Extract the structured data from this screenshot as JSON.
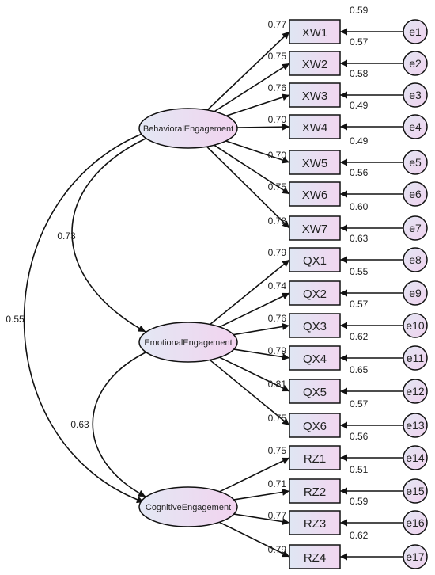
{
  "latents": [
    {
      "id": "BE",
      "label": "BehavioralEngagement"
    },
    {
      "id": "EE",
      "label": "EmotionalEngagement"
    },
    {
      "id": "CE",
      "label": "CognitiveEngagement"
    }
  ],
  "indicators": [
    {
      "label": "XW1",
      "latent": "BE",
      "loading": "0.77",
      "r2": "0.59",
      "error": "e1"
    },
    {
      "label": "XW2",
      "latent": "BE",
      "loading": "0.75",
      "r2": "0.57",
      "error": "e2"
    },
    {
      "label": "XW3",
      "latent": "BE",
      "loading": "0.76",
      "r2": "0.58",
      "error": "e3"
    },
    {
      "label": "XW4",
      "latent": "BE",
      "loading": "0.70",
      "r2": "0.49",
      "error": "e4"
    },
    {
      "label": "XW5",
      "latent": "BE",
      "loading": "0.70",
      "r2": "0.49",
      "error": "e5"
    },
    {
      "label": "XW6",
      "latent": "BE",
      "loading": "0.75",
      "r2": "0.56",
      "error": "e6"
    },
    {
      "label": "XW7",
      "latent": "BE",
      "loading": "0.78",
      "r2": "0.60",
      "error": "e7"
    },
    {
      "label": "QX1",
      "latent": "EE",
      "loading": "0.79",
      "r2": "0.63",
      "error": "e8"
    },
    {
      "label": "QX2",
      "latent": "EE",
      "loading": "0.74",
      "r2": "0.55",
      "error": "e9"
    },
    {
      "label": "QX3",
      "latent": "EE",
      "loading": "0.76",
      "r2": "0.57",
      "error": "e10"
    },
    {
      "label": "QX4",
      "latent": "EE",
      "loading": "0.79",
      "r2": "0.62",
      "error": "e11"
    },
    {
      "label": "QX5",
      "latent": "EE",
      "loading": "0.81",
      "r2": "0.65",
      "error": "e12"
    },
    {
      "label": "QX6",
      "latent": "EE",
      "loading": "0.75",
      "r2": "0.57",
      "error": "e13"
    },
    {
      "label": "RZ1",
      "latent": "CE",
      "loading": "0.75",
      "r2": "0.56",
      "error": "e14"
    },
    {
      "label": "RZ2",
      "latent": "CE",
      "loading": "0.71",
      "r2": "0.51",
      "error": "e15"
    },
    {
      "label": "RZ3",
      "latent": "CE",
      "loading": "0.77",
      "r2": "0.59",
      "error": "e16"
    },
    {
      "label": "RZ4",
      "latent": "CE",
      "loading": "0.79",
      "r2": "0.62",
      "error": "e17"
    }
  ],
  "correlations": [
    {
      "from": "BE",
      "to": "EE",
      "value": "0.73"
    },
    {
      "from": "EE",
      "to": "CE",
      "value": "0.63"
    },
    {
      "from": "BE",
      "to": "CE",
      "value": "0.55"
    }
  ],
  "colors": {
    "fill_left": "#dfe6f3",
    "fill_right": "#f2d6f0",
    "stroke": "#111111"
  }
}
